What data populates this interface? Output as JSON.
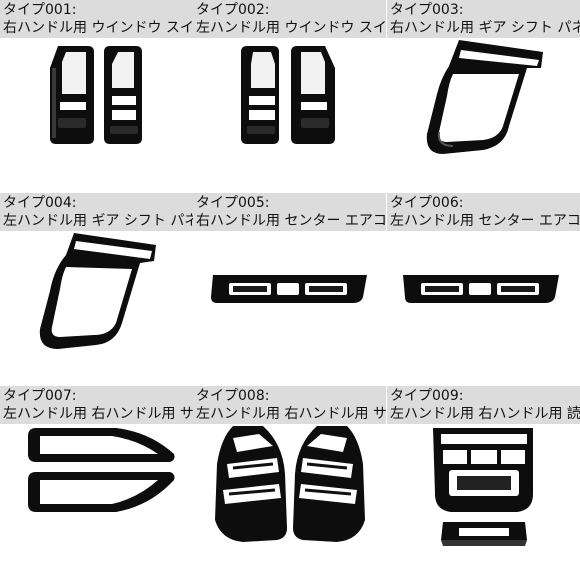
{
  "cells": [
    {
      "type": "タイプ001:",
      "desc": "右ハンドル用 ウインドウ スイッチ"
    },
    {
      "type": "タイプ002:",
      "desc": "左ハンドル用 ウインドウ スイッチ"
    },
    {
      "type": "タイプ003:",
      "desc": "右ハンドル用 ギア シフト パネル"
    },
    {
      "type": "タイプ004:",
      "desc": "左ハンドル用 ギア シフト パネル"
    },
    {
      "type": "タイプ005:",
      "desc": "右ハンドル用 センター エアコン"
    },
    {
      "type": "タイプ006:",
      "desc": "左ハンドル用 センター エアコン"
    },
    {
      "type": "タイプ007:",
      "desc": "左ハンドル用 右ハンドル用 サイド"
    },
    {
      "type": "タイプ008:",
      "desc": "左ハンドル用 右ハンドル用 サイド"
    },
    {
      "type": "タイプ009:",
      "desc": "左ハンドル用 右ハンドル用 読書灯"
    }
  ]
}
